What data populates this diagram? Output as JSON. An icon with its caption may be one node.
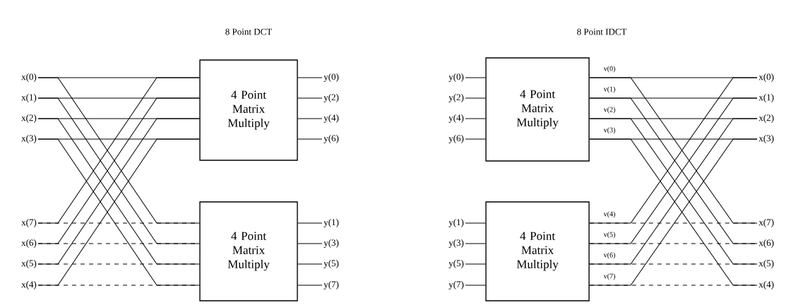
{
  "diagram": {
    "nodes": [
      {
        "text": [
          "x(0)"
        ]
      },
      {
        "text": [
          "x(1)"
        ]
      },
      {
        "text": [
          "x(2)"
        ]
      },
      {
        "text": [
          "x(3)"
        ]
      },
      {
        "text": [
          "x(7)"
        ]
      },
      {
        "text": [
          "x(6)"
        ]
      },
      {
        "text": [
          "x(5)"
        ]
      },
      {
        "text": [
          "x(4)"
        ]
      },
      {
        "text": [
          "4 Point Matrix Multiply"
        ]
      },
      {
        "text": [
          "4 Point Matrix Multiply"
        ]
      },
      {
        "text": [
          "y(0)"
        ]
      },
      {
        "text": [
          "y(2)"
        ]
      },
      {
        "text": [
          "y(4)"
        ]
      },
      {
        "text": [
          "y(6)"
        ]
      },
      {
        "text": [
          "y(1)"
        ]
      },
      {
        "text": [
          "y(3)"
        ]
      },
      {
        "text": [
          "y(5)"
        ]
      },
      {
        "text": [
          "y(7)"
        ]
      },
      {
        "text": [
          "y(0)"
        ]
      },
      {
        "text": [
          "y(2)"
        ]
      },
      {
        "text": [
          "y(4)"
        ]
      },
      {
        "text": [
          "y(6)"
        ]
      },
      {
        "text": [
          "y(1)"
        ]
      },
      {
        "text": [
          "y(3)"
        ]
      },
      {
        "text": [
          "y(5)"
        ]
      },
      {
        "text": [
          "y(7)"
        ]
      },
      {
        "text": [
          "4 Point Matrix Multiply"
        ]
      },
      {
        "text": [
          "4 Point Matrix Multiply"
        ]
      },
      {
        "text": [
          "x(0)"
        ]
      },
      {
        "text": [
          "x(1)"
        ]
      },
      {
        "text": [
          "x(2)"
        ]
      },
      {
        "text": [
          "x(3)"
        ]
      },
      {
        "text": [
          "x(7)"
        ]
      },
      {
        "text": [
          "x(6)"
        ]
      },
      {
        "text": [
          "x(5)"
        ]
      },
      {
        "text": [
          "x(4)"
        ]
      }
    ],
    "edges": [
      {
        "from": 0,
        "to": 8,
        "arrow": "none"
      },
      {
        "from": 1,
        "to": 8,
        "arrow": "none"
      },
      {
        "from": 2,
        "to": 8,
        "arrow": "none"
      },
      {
        "from": 3,
        "to": 8,
        "arrow": "none"
      },
      {
        "from": 0,
        "to": 9,
        "arrow": "none"
      },
      {
        "from": 1,
        "to": 9,
        "arrow": "none"
      },
      {
        "from": 2,
        "to": 9,
        "arrow": "none"
      },
      {
        "from": 3,
        "to": 9,
        "arrow": "none"
      },
      {
        "from": 4,
        "to": 8,
        "arrow": "none"
      },
      {
        "from": 5,
        "to": 8,
        "arrow": "none"
      },
      {
        "from": 6,
        "to": 8,
        "arrow": "none"
      },
      {
        "from": 7,
        "to": 8,
        "arrow": "none"
      },
      {
        "from": 4,
        "to": 9,
        "arrow": "none",
        "style": "dashed"
      },
      {
        "from": 5,
        "to": 9,
        "arrow": "none",
        "style": "dashed"
      },
      {
        "from": 6,
        "to": 9,
        "arrow": "none",
        "style": "dashed"
      },
      {
        "from": 7,
        "to": 9,
        "arrow": "none",
        "style": "dashed"
      },
      {
        "from": 8,
        "to": 10,
        "arrow": "none"
      },
      {
        "from": 8,
        "to": 11,
        "arrow": "none"
      },
      {
        "from": 8,
        "to": 12,
        "arrow": "none"
      },
      {
        "from": 8,
        "to": 13,
        "arrow": "none"
      },
      {
        "from": 9,
        "to": 14,
        "arrow": "none"
      },
      {
        "from": 9,
        "to": 15,
        "arrow": "none"
      },
      {
        "from": 9,
        "to": 16,
        "arrow": "none"
      },
      {
        "from": 9,
        "to": 17,
        "arrow": "none"
      },
      {
        "from": 18,
        "to": 26,
        "arrow": "none"
      },
      {
        "from": 19,
        "to": 26,
        "arrow": "none"
      },
      {
        "from": 20,
        "to": 26,
        "arrow": "none"
      },
      {
        "from": 21,
        "to": 26,
        "arrow": "none"
      },
      {
        "from": 22,
        "to": 27,
        "arrow": "none"
      },
      {
        "from": 23,
        "to": 27,
        "arrow": "none"
      },
      {
        "from": 24,
        "to": 27,
        "arrow": "none"
      },
      {
        "from": 25,
        "to": 27,
        "arrow": "none"
      },
      {
        "from": 26,
        "to": 28,
        "arrow": "none"
      },
      {
        "from": 26,
        "to": 29,
        "arrow": "none"
      },
      {
        "from": 26,
        "to": 30,
        "arrow": "none"
      },
      {
        "from": 26,
        "to": 31,
        "arrow": "none"
      },
      {
        "from": 26,
        "to": 32,
        "arrow": "none"
      },
      {
        "from": 26,
        "to": 33,
        "arrow": "none"
      },
      {
        "from": 26,
        "to": 34,
        "arrow": "none"
      },
      {
        "from": 26,
        "to": 35,
        "arrow": "none"
      },
      {
        "from": 27,
        "to": 28,
        "arrow": "none"
      },
      {
        "from": 27,
        "to": 29,
        "arrow": "none"
      },
      {
        "from": 27,
        "to": 30,
        "arrow": "none"
      },
      {
        "from": 27,
        "to": 31,
        "arrow": "none"
      },
      {
        "from": 27,
        "to": 32,
        "arrow": "none",
        "style": "dashed"
      },
      {
        "from": 27,
        "to": 33,
        "arrow": "none",
        "style": "dashed"
      },
      {
        "from": 27,
        "to": 34,
        "arrow": "none",
        "style": "dashed"
      },
      {
        "from": 27,
        "to": 35,
        "arrow": "none",
        "style": "dashed"
      }
    ],
    "labels": [
      "8 Point DCT",
      "8 Point IDCT",
      "v(0)",
      "v(1)",
      "v(2)",
      "v(3)",
      "v(4)",
      "v(5)",
      "v(6)",
      "v(7)"
    ]
  }
}
